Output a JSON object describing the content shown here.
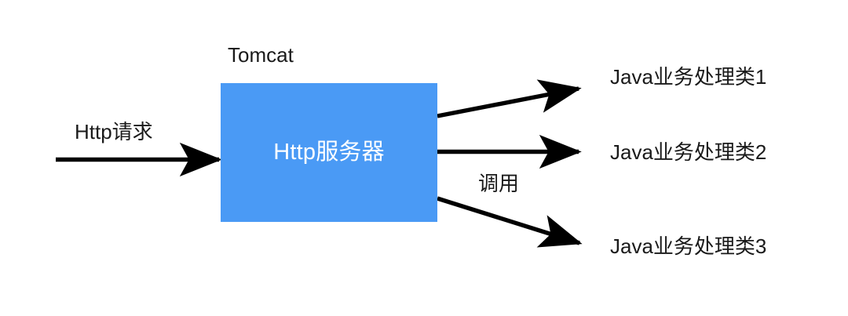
{
  "diagram": {
    "title_node": {
      "label": "Tomcat"
    },
    "server_box": {
      "label": "Http服务器",
      "fill_color": "#4a9af5",
      "text_color": "#ffffff"
    },
    "incoming": {
      "label": "Http请求",
      "arrow_name": "http-request-arrow"
    },
    "invoke_label": "调用",
    "targets": [
      {
        "label": "Java业务处理类1"
      },
      {
        "label": "Java业务处理类2"
      },
      {
        "label": "Java业务处理类3"
      }
    ],
    "colors": {
      "arrow": "#000000",
      "text": "#1a1a1a",
      "background": "#ffffff"
    }
  }
}
